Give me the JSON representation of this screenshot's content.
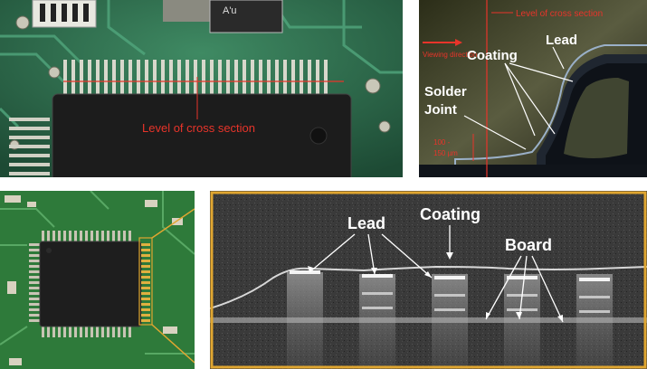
{
  "panels": {
    "top_left": {
      "labels": {
        "cross_section": "Level of cross section"
      }
    },
    "top_right": {
      "labels": {
        "cross_section": "Level of cross section",
        "viewing_direction": "Viewing direction",
        "coating": "Coating",
        "lead": "Lead",
        "solder_joint_line1": "Solder",
        "solder_joint_line2": "Joint",
        "thickness_line1": "100 -",
        "thickness_line2": "150 µm"
      }
    },
    "bottom_right": {
      "labels": {
        "lead": "Lead",
        "coating": "Coating",
        "board": "Board"
      }
    }
  },
  "colors": {
    "annotation_red": "#e8342a",
    "inset_frame": "#e0a630",
    "label_white": "#ffffff"
  }
}
